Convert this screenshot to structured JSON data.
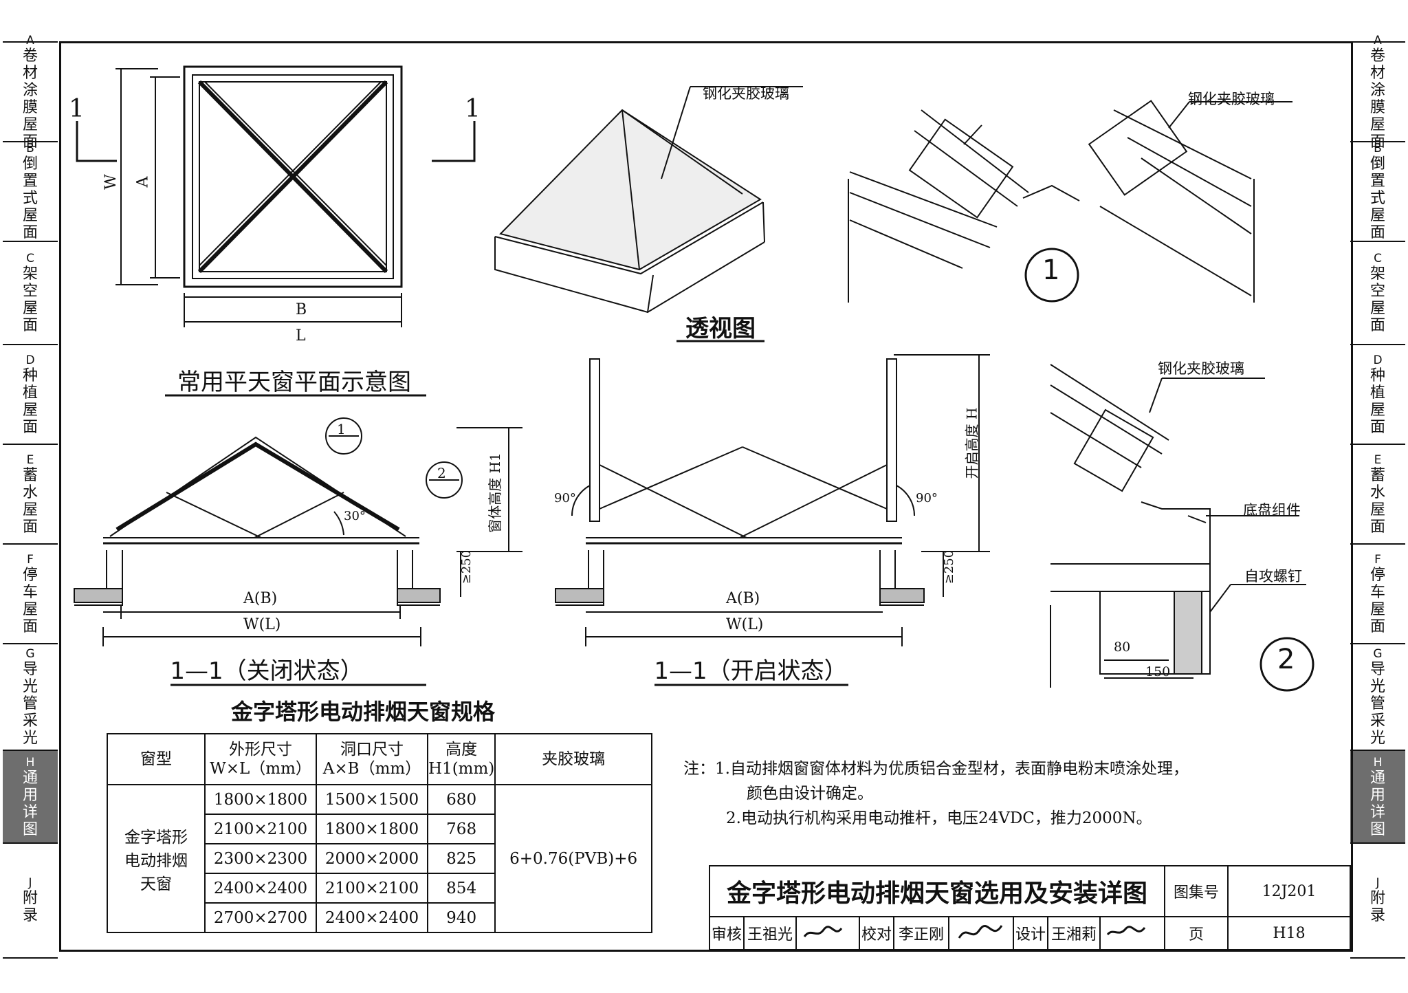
{
  "side_tabs": [
    {
      "code": "A",
      "name": "卷材涂膜屋面"
    },
    {
      "code": "B",
      "name": "倒置式屋面"
    },
    {
      "code": "C",
      "name": "架空屋面"
    },
    {
      "code": "D",
      "name": "种植屋面"
    },
    {
      "code": "E",
      "name": "蓄水屋面"
    },
    {
      "code": "F",
      "name": "停车屋面"
    },
    {
      "code": "G",
      "name": "导光管采光"
    },
    {
      "code": "H",
      "name": "通用详图"
    },
    {
      "code": "J",
      "name": "附录"
    }
  ],
  "active_tab": "H",
  "plan": {
    "caption": "常用平天窗平面示意图",
    "section_mark": "1",
    "dim_w": "W",
    "dim_a": "A",
    "dim_b": "B",
    "dim_l": "L"
  },
  "perspective": {
    "caption": "透视图",
    "glass_label": "钢化夹胶玻璃"
  },
  "detail1": {
    "glass_label": "钢化夹胶玻璃",
    "number": "1"
  },
  "detail2": {
    "glass_label": "钢化夹胶玻璃",
    "tray_label": "底盘组件",
    "screw_label": "自攻螺钉",
    "number": "2",
    "dim_80": "80",
    "dim_150": "150"
  },
  "section_closed": {
    "caption": "1—1（关闭状态）",
    "ref1": "1",
    "ref2": "2",
    "angle": "30°",
    "height_label": "窗体高度 H1",
    "curb": "≥250",
    "dim_inner": "A(B)",
    "dim_outer": "W(L)"
  },
  "section_open": {
    "caption": "1—1（开启状态）",
    "angle": "90°",
    "height_label": "开启高度 H",
    "curb": "≥250",
    "dim_inner": "A(B)",
    "dim_outer": "W(L)"
  },
  "spec": {
    "title": "金字塔形电动排烟天窗规格",
    "headers": [
      "窗型",
      "外形尺寸",
      "W×L（mm）",
      "洞口尺寸",
      "A×B（mm）",
      "高度",
      "H1(mm)",
      "夹胶玻璃"
    ],
    "type_name": "金字塔形电动排烟天窗",
    "glass": "6+0.76(PVB)+6",
    "rows": [
      {
        "outer": "1800×1800",
        "opening": "1500×1500",
        "h1": "680"
      },
      {
        "outer": "2100×2100",
        "opening": "1800×1800",
        "h1": "768"
      },
      {
        "outer": "2300×2300",
        "opening": "2000×2000",
        "h1": "825"
      },
      {
        "outer": "2400×2400",
        "opening": "2100×2100",
        "h1": "854"
      },
      {
        "outer": "2700×2700",
        "opening": "2400×2400",
        "h1": "940"
      }
    ]
  },
  "notes": [
    "注：1.自动排烟窗窗体材料为优质铝合金型材，表面静电粉末喷涂处理，",
    "颜色由设计确定。",
    "2.电动执行机构采用电动推杆，电压24VDC，推力2000N。"
  ],
  "title_block": {
    "title": "金字塔形电动排烟天窗选用及安装详图",
    "atlas_label": "图集号",
    "atlas_no": "12J201",
    "page_label": "页",
    "page_no": "H18",
    "review_label": "审核",
    "reviewer": "王祖光",
    "check_label": "校对",
    "checker": "李正刚",
    "design_label": "设计",
    "designer": "王湘莉"
  }
}
